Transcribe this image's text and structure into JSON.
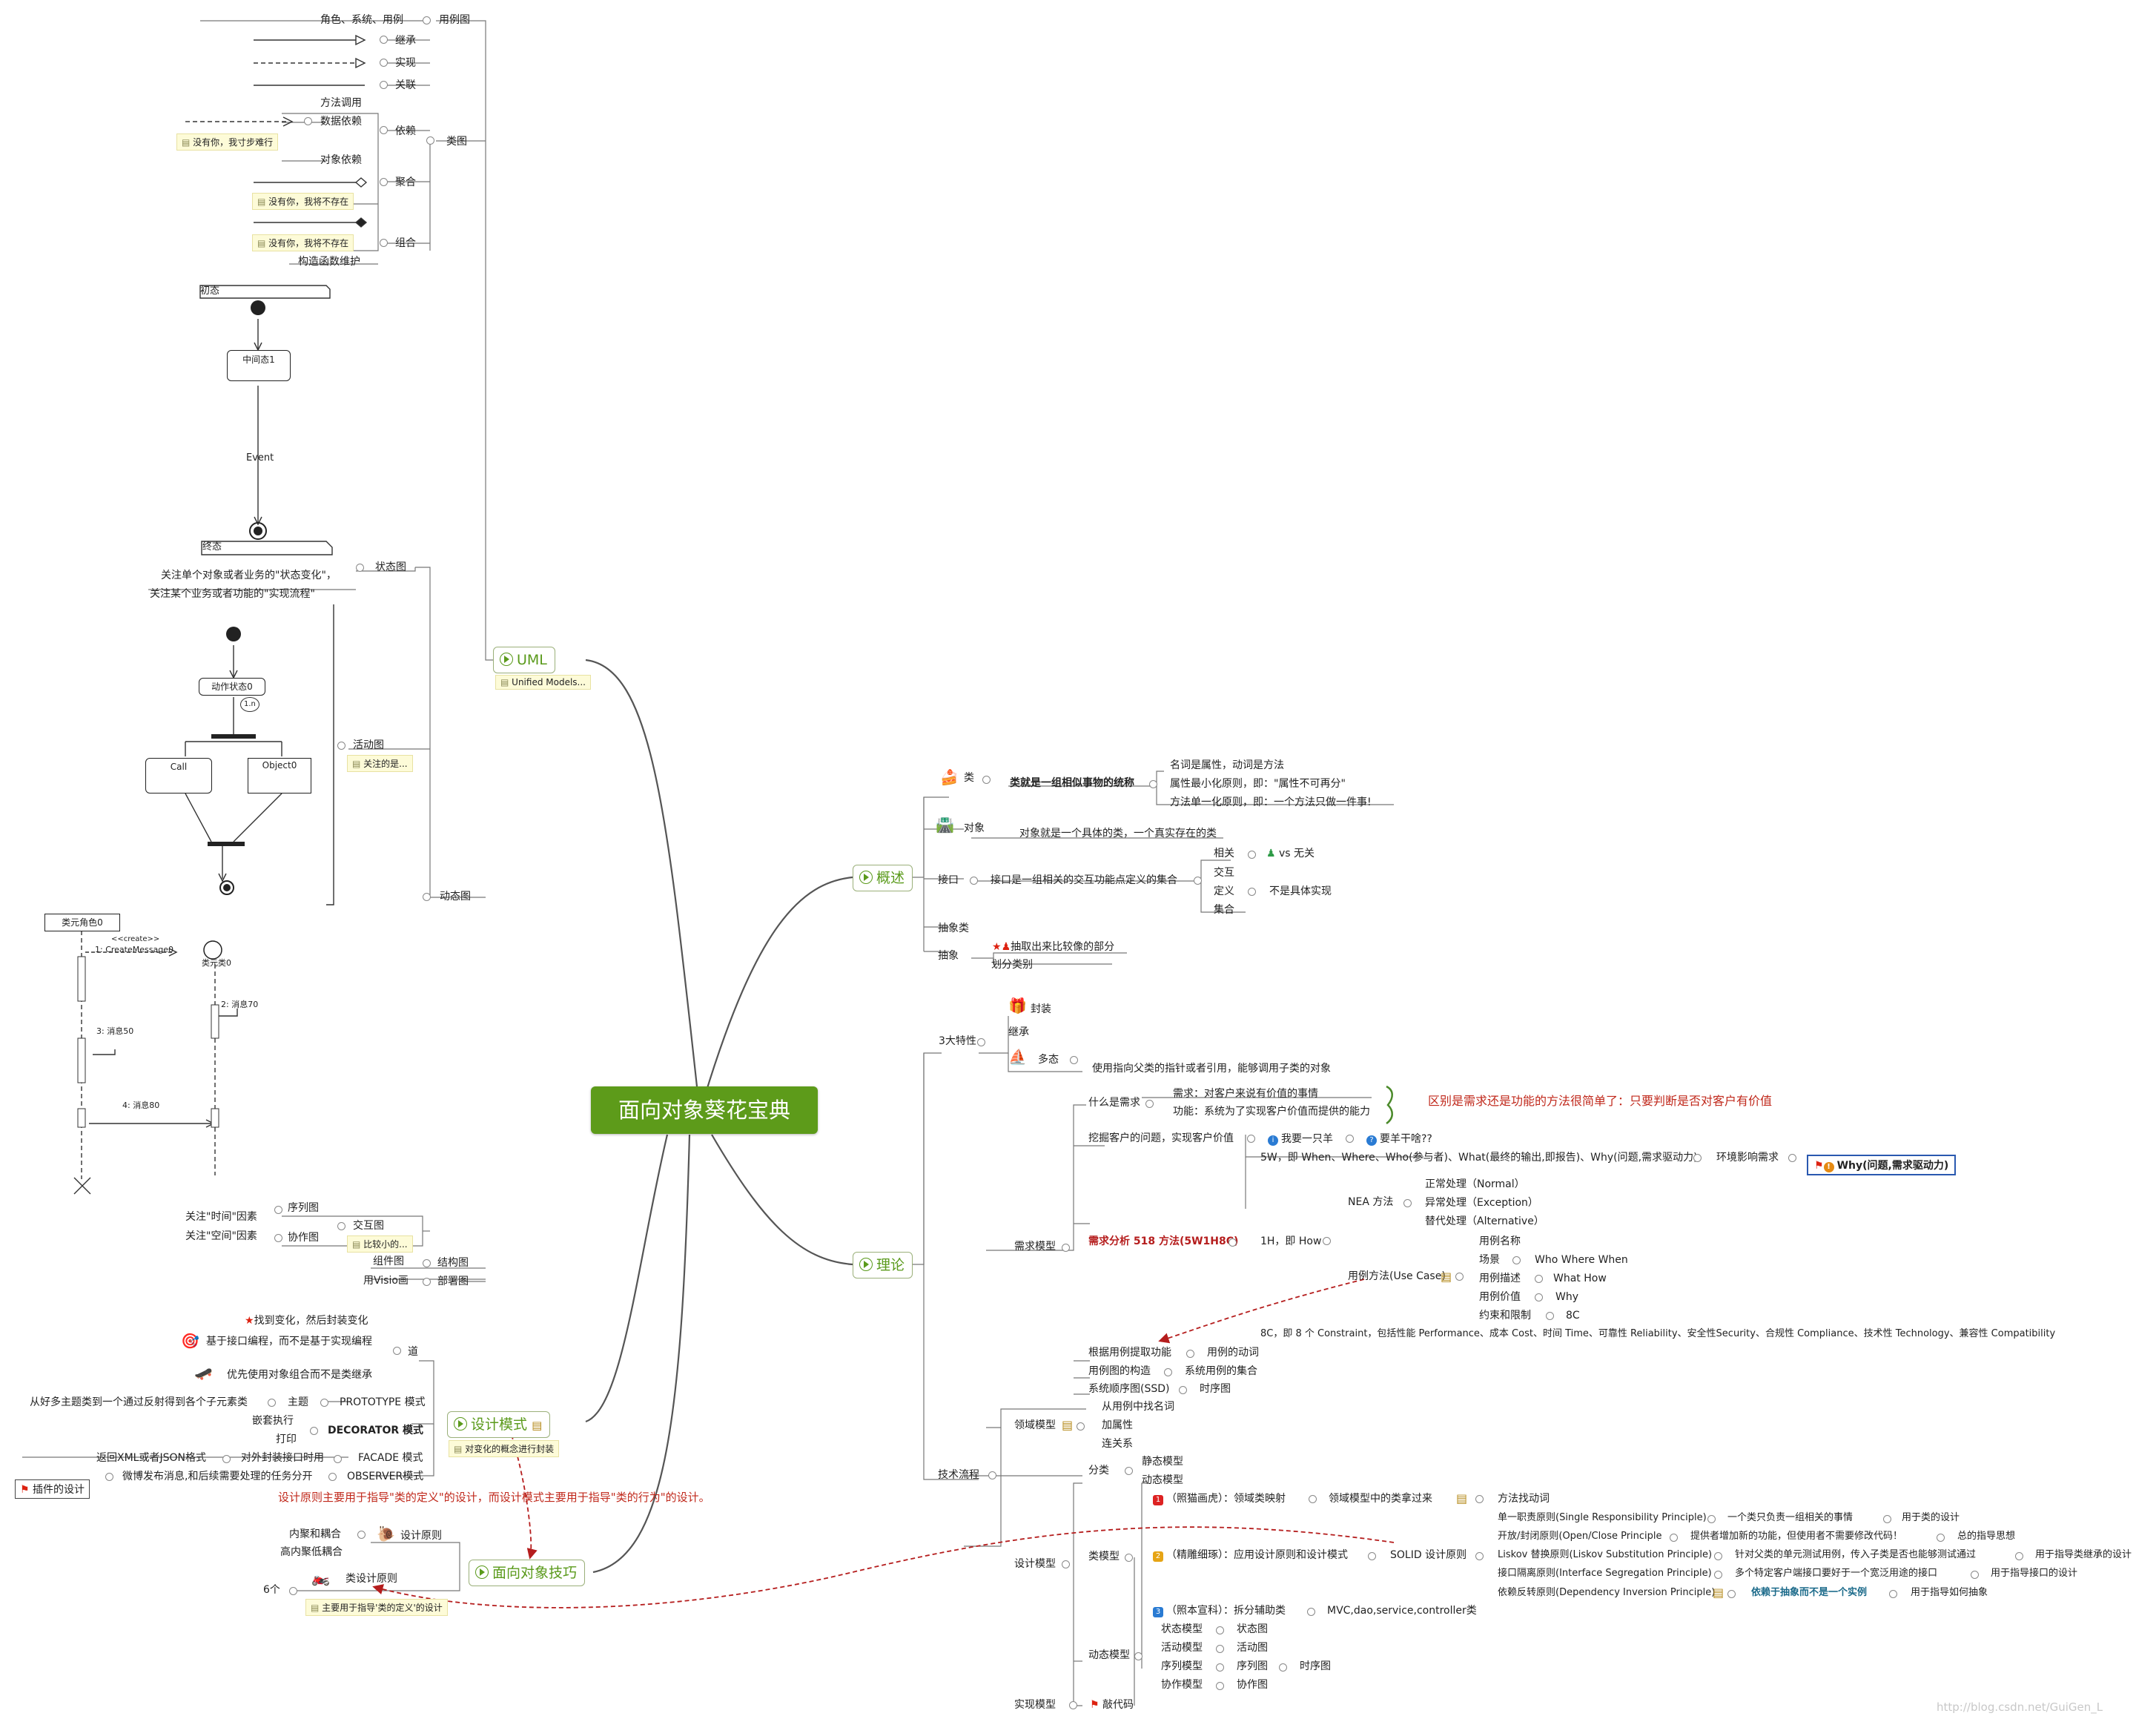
{
  "root": "面向对象葵花宝典",
  "branches": {
    "uml": "UML",
    "overview": "概述",
    "theory": "理论",
    "design_pattern": "设计模式",
    "oo_skill": "面向对象技巧"
  },
  "notes": {
    "uml_note": "Unified Models...",
    "activity_note": "关注的是...",
    "interaction_note": "比较小的...",
    "no_you": "没有你，我寸步难行",
    "agg_note": "没有你，我将不存在",
    "comp_note": "没有你，我将不存在",
    "pattern_note": "对变化的概念进行封装",
    "skill_note": "主要用于指导'类的定义'的设计"
  },
  "uml": {
    "usecase": "用例图",
    "usecase_desc": "角色、系统、用例",
    "class_diagram": "类图",
    "inherit": "继承",
    "implement": "实现",
    "assoc": "关联",
    "depend": "依赖",
    "method_call": "方法调用",
    "data_dep": "数据依赖",
    "obj_dep": "对象依赖",
    "aggregation": "聚合",
    "composition": "组合",
    "ctor": "构造函数维护",
    "state_chart": "状态图",
    "init_state": "初态",
    "mid_state": "中间态1",
    "event": "Event",
    "final_state": "终态",
    "state_desc": "关注单个对象或者业务的\"状态变化\"，",
    "process_desc": "关注某个业务或者功能的\"实现流程\"",
    "activity": "活动图",
    "action_state": "动作状态0",
    "call": "Call",
    "object0": "Object0",
    "dynamic": "动态图",
    "seq_role": "类元角色0",
    "create": "<<create>>",
    "create_msg": "1: CreateMessage0",
    "lifeline": "类元类0",
    "msg70": "2: 消息70",
    "msg50": "3: 消息50",
    "msg80": "4: 消息80",
    "sequence": "序列图",
    "interaction": "交互图",
    "time_factor": "关注\"时间\"因素",
    "space_factor": "关注\"空间\"因素",
    "collab": "协作图",
    "component": "组件图",
    "structural": "结构图",
    "visio": "用Visio画",
    "deploy": "部署图"
  },
  "overview": {
    "class": "类",
    "class_def": "类就是一组相似事物的统称",
    "c1": "名词是属性，动词是方法",
    "c2": "属性最小化原则，即：\"属性不可再分\"",
    "c3": "方法单一化原则，即：一个方法只做一件事!",
    "object": "对象",
    "object_def": "对象就是一个具体的类，一个真实存在的类",
    "interface": "接口",
    "interface_def": "接口是一组相关的交互功能点定义的集合",
    "related": "相关",
    "vs": "vs 无关",
    "interact": "交互",
    "define": "定义",
    "no_impl": "不是具体实现",
    "collection": "集合",
    "abstract_class": "抽象类",
    "abstract": "抽象",
    "abstract1": "抽取出来比较像的部分",
    "abstract2": "划分类别"
  },
  "theory": {
    "three": "3大特性",
    "encap": "封装",
    "inherit": "继承",
    "poly": "多态",
    "poly_desc": "使用指向父类的指针或者引用，能够调用子类的对象",
    "what_req": "什么是需求",
    "req1": "需求：对客户来说有价值的事情",
    "req2": "功能：系统为了实现客户价值而提供的能力",
    "req_remark": "区别是需求还是功能的方法很简单了：只要判断是否对客户有价值",
    "dig": "挖掘客户的问题，实现客户价值",
    "want": "我要一只羊",
    "what_for": "要羊干啥??",
    "fivew": "5W，即 When、Where、Who(参与者)、What(最终的输出,即报告)、Why(问题,需求驱动力)",
    "env": "环境影响需求",
    "why": "Why(问题,需求驱动力)",
    "req_model": "需求模型",
    "req_method": "需求分析 518 方法(5W1H8C)",
    "oneh": "1H，即 How",
    "nea": "NEA 方法",
    "normal": "正常处理（Normal）",
    "exception": "异常处理（Exception）",
    "alt": "替代处理（Alternative）",
    "uc_method": "用例方法(Use Case)",
    "uc_name": "用例名称",
    "scene": "场景",
    "www": "Who Where When",
    "uc_desc": "用例描述",
    "whathow": "What How",
    "uc_value": "用例价值",
    "whyy": "Why",
    "constraint": "约束和限制",
    "eightc": "8C",
    "eightc_desc": "8C，即 8 个 Constraint，包括性能 Performance、成本 Cost、时间 Time、可靠性 Reliability、安全性Security、合规性 Compliance、技术性 Technology、兼容性 Compatibility",
    "extract": "根据用例提取功能",
    "verb": "用例的动词",
    "agg_uc": "用例图的构造",
    "sys_uc": "系统用例的集合",
    "ssd": "系统顺序图(SSD)",
    "seq": "时序图",
    "domain_model": "领域模型",
    "find_noun": "从用例中找名词",
    "add_attr": "加属性",
    "link": "连关系",
    "tech": "技术流程",
    "classify": "分类",
    "static_m": "静态模型",
    "dyn_m": "动态模型",
    "s1": "（照猫画虎）：领域类映射",
    "s1b": "领域模型中的类拿过来",
    "s1c": "方法找动词",
    "class_model": "类模型",
    "s2": "（精雕细琢）：应用设计原则和设计模式",
    "solid": "SOLID 设计原则",
    "srp": "单一职责原则(Single Responsibility Principle)",
    "srp1": "一个类只负责一组相关的事情",
    "srp2": "用于类的设计",
    "ocp": "开放/封闭原则(Open/Close Principle",
    "ocp1": "提供者增加新的功能，但使用者不需要修改代码！",
    "ocp2": "总的指导思想",
    "lsp": "Liskov 替换原则(Liskov Substitution Principle)",
    "lsp1": "针对父类的单元测试用例，传入子类是否也能够测试通过",
    "lsp2": "用于指导类继承的设计",
    "isp": "接口隔离原则(Interface Segregation Principle)",
    "isp1": "多个特定客户端接口要好于一个宽泛用途的接口",
    "isp2": "用于指导接口的设计",
    "dip": "依赖反转原则(Dependency Inversion Principle)",
    "dip1": "依赖于抽象而不是一个实例",
    "dip2": "用于指导如何抽象",
    "design_model": "设计模型",
    "s3": "（照本宣科）：拆分辅助类",
    "mvc": "MVC,dao,service,controller类",
    "dyn_model": "动态模型",
    "st_m": "状态模型",
    "st_d": "状态图",
    "ac_m": "活动模型",
    "ac_d": "活动图",
    "sq_m": "序列模型",
    "sq_d": "序列图",
    "tm_d": "时序图",
    "co_m": "协作模型",
    "co_d": "协作图",
    "impl_model": "实现模型",
    "code": "敲代码"
  },
  "pattern": {
    "dao": "道",
    "p1": "找到变化，然后封装变化",
    "p2": "基于接口编程，而不是基于实现编程",
    "p3": "优先使用对象组合而不是类继承",
    "subject": "主题",
    "prototype": "PROTOTYPE 模式",
    "proto_desc": "从好多主题类到一个通过反射得到各个子元素类",
    "nested": "嵌套执行",
    "print": "打印",
    "decorator": "DECORATOR 模式",
    "xml": "返回XML或者JSON格式",
    "facade_desc": "对外封装接口时用",
    "facade": "FACADE 模式",
    "observer_desc": "微博发布消息,和后续需要处理的任务分开",
    "observer": "OBSERVER模式",
    "plugin": "插件的设计",
    "remark": "设计原则主要用于指导\"类的定义\"的设计，而设计模式主要用于指导\"类的行为\"的设计。"
  },
  "skill": {
    "principle": "设计原则",
    "high_cohesion": "内聚和耦合",
    "high_low": "高内聚低耦合",
    "class_principle": "类设计原则",
    "six": "6个"
  },
  "watermark": "http://blog.csdn.net/GuiGen_L",
  "colors": {
    "root": "#5d9b1a",
    "branch_text": "#5a9a1b",
    "red": "#c0281b",
    "link": "#b51d1d"
  }
}
